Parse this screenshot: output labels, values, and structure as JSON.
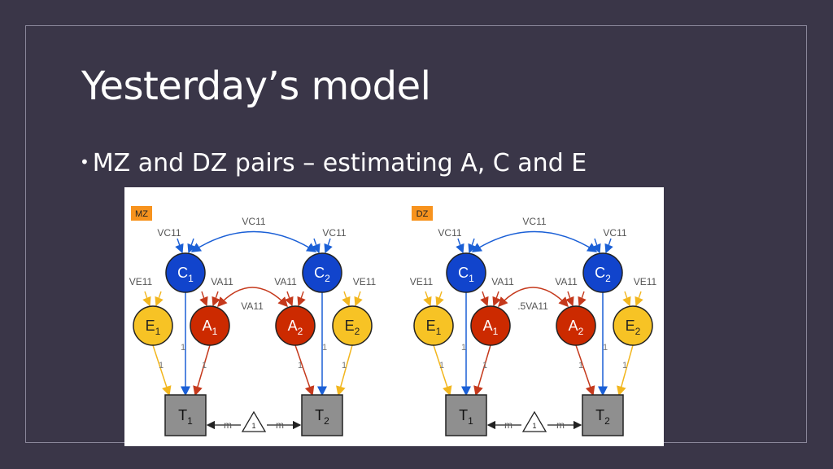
{
  "slide": {
    "title": "Yesterday’s model",
    "bullet": "MZ and DZ pairs – estimating A, C and E"
  },
  "diagram": {
    "panels": [
      {
        "badge": "MZ",
        "vc_label_top": "VC11",
        "vc_label_left": "VC11",
        "vc_label_right": "VC11",
        "ve_label_left": "VE11",
        "ve_label_right": "VE11",
        "va_label_left": "VA11",
        "va_label_right": "VA11",
        "a_cov_label": "VA11",
        "nodes": {
          "C1": {
            "letter": "C",
            "sub": "1"
          },
          "C2": {
            "letter": "C",
            "sub": "2"
          },
          "E1": {
            "letter": "E",
            "sub": "1"
          },
          "A1": {
            "letter": "A",
            "sub": "1"
          },
          "A2": {
            "letter": "A",
            "sub": "2"
          },
          "E2": {
            "letter": "E",
            "sub": "2"
          },
          "T1": {
            "letter": "T",
            "sub": "1"
          },
          "T2": {
            "letter": "T",
            "sub": "2"
          }
        },
        "path_label": "1",
        "mean_label": "m",
        "triangle_label": "1"
      },
      {
        "badge": "DZ",
        "vc_label_top": "VC11",
        "vc_label_left": "VC11",
        "vc_label_right": "VC11",
        "ve_label_left": "VE11",
        "ve_label_right": "VE11",
        "va_label_left": "VA11",
        "va_label_right": "VA11",
        "a_cov_label": ".5VA11",
        "nodes": {
          "C1": {
            "letter": "C",
            "sub": "1"
          },
          "C2": {
            "letter": "C",
            "sub": "2"
          },
          "E1": {
            "letter": "E",
            "sub": "1"
          },
          "A1": {
            "letter": "A",
            "sub": "1"
          },
          "A2": {
            "letter": "A",
            "sub": "2"
          },
          "E2": {
            "letter": "E",
            "sub": "2"
          },
          "T1": {
            "letter": "T",
            "sub": "1"
          },
          "T2": {
            "letter": "T",
            "sub": "2"
          }
        },
        "path_label": "1",
        "mean_label": "m",
        "triangle_label": "1"
      }
    ],
    "colors": {
      "C": "#1144cc",
      "A": "#cc2a00",
      "E": "#f7c325",
      "T": "#8f8f8f",
      "badge": "#f7931e",
      "path_C": "#1a5fd6",
      "path_A": "#c5391c",
      "path_E": "#f2b61e"
    }
  }
}
